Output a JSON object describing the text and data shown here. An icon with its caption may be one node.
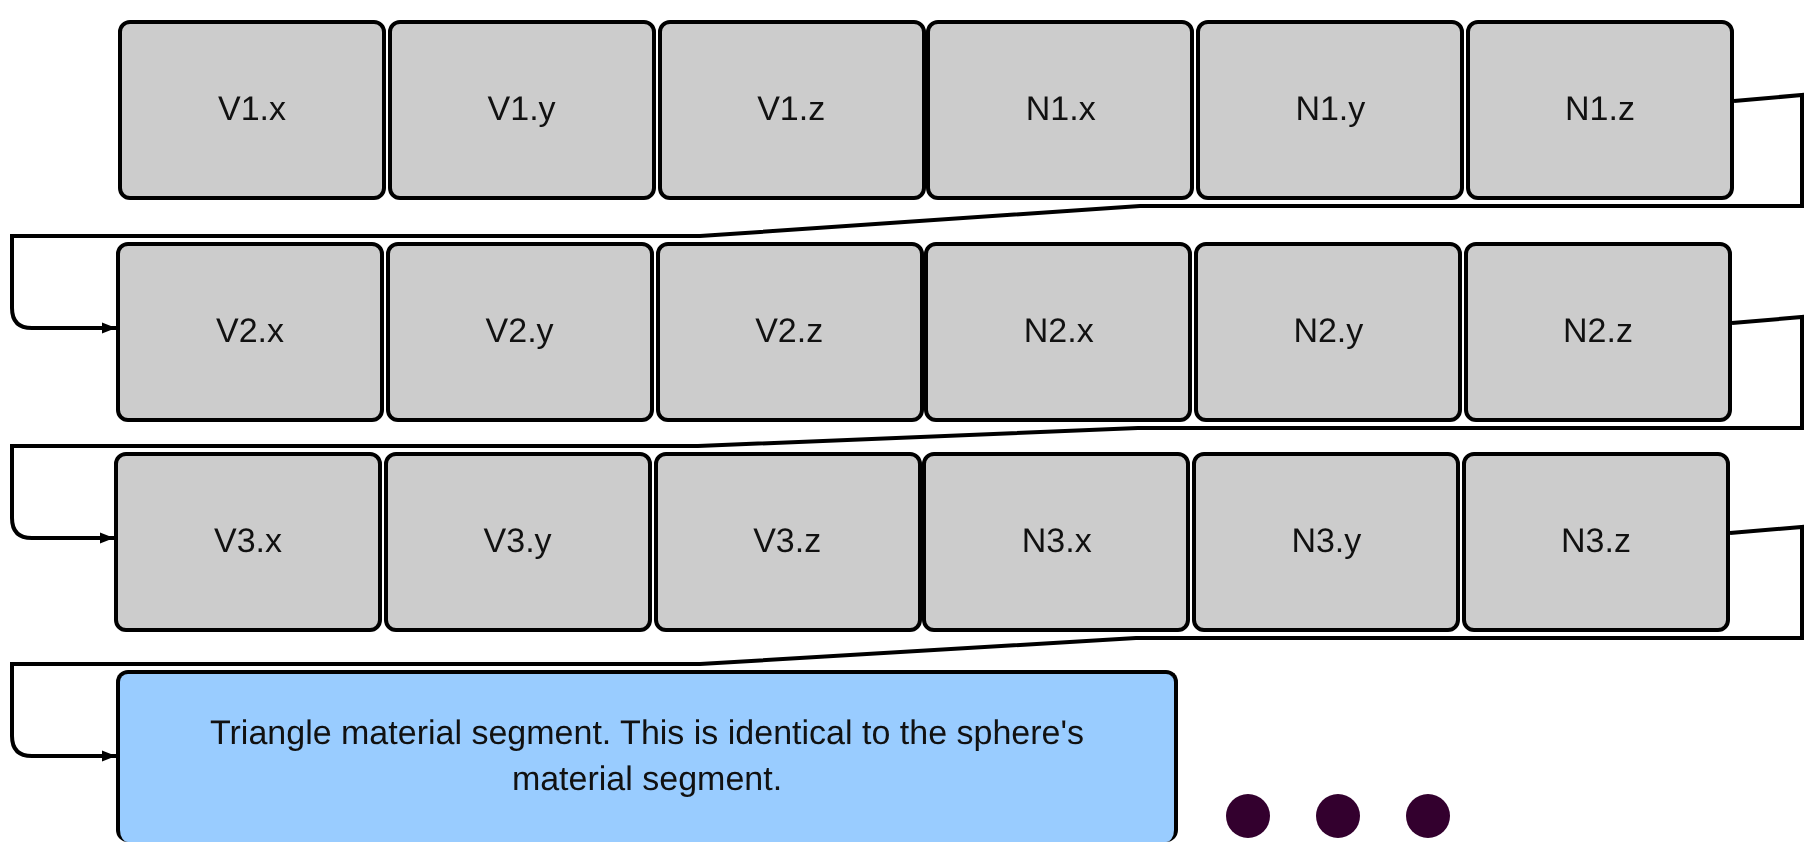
{
  "diagram": {
    "nodes": [
      {
        "text": [
          "V1.x"
        ]
      },
      {
        "text": [
          "V1.y"
        ]
      },
      {
        "text": [
          "V1.z"
        ]
      },
      {
        "text": [
          "N1.x"
        ]
      },
      {
        "text": [
          "N1.y"
        ]
      },
      {
        "text": [
          "N1.z"
        ]
      },
      {
        "text": [
          "V2.x"
        ]
      },
      {
        "text": [
          "V2.y"
        ]
      },
      {
        "text": [
          "V2.z"
        ]
      },
      {
        "text": [
          "N2.x"
        ]
      },
      {
        "text": [
          "N2.y"
        ]
      },
      {
        "text": [
          "N2.z"
        ]
      },
      {
        "text": [
          "V3.x"
        ]
      },
      {
        "text": [
          "V3.y"
        ]
      },
      {
        "text": [
          "V3.z"
        ]
      },
      {
        "text": [
          "N3.x"
        ]
      },
      {
        "text": [
          "N3.y"
        ]
      },
      {
        "text": [
          "N3.z"
        ]
      },
      {
        "text": [
          "Triangle material segment. This is identical to the sphere's material segment."
        ]
      }
    ],
    "edges": [
      {
        "from": 5,
        "to": 6,
        "arrow": "to"
      },
      {
        "from": 11,
        "to": 12,
        "arrow": "to"
      },
      {
        "from": 17,
        "to": 18,
        "arrow": "to"
      }
    ]
  }
}
